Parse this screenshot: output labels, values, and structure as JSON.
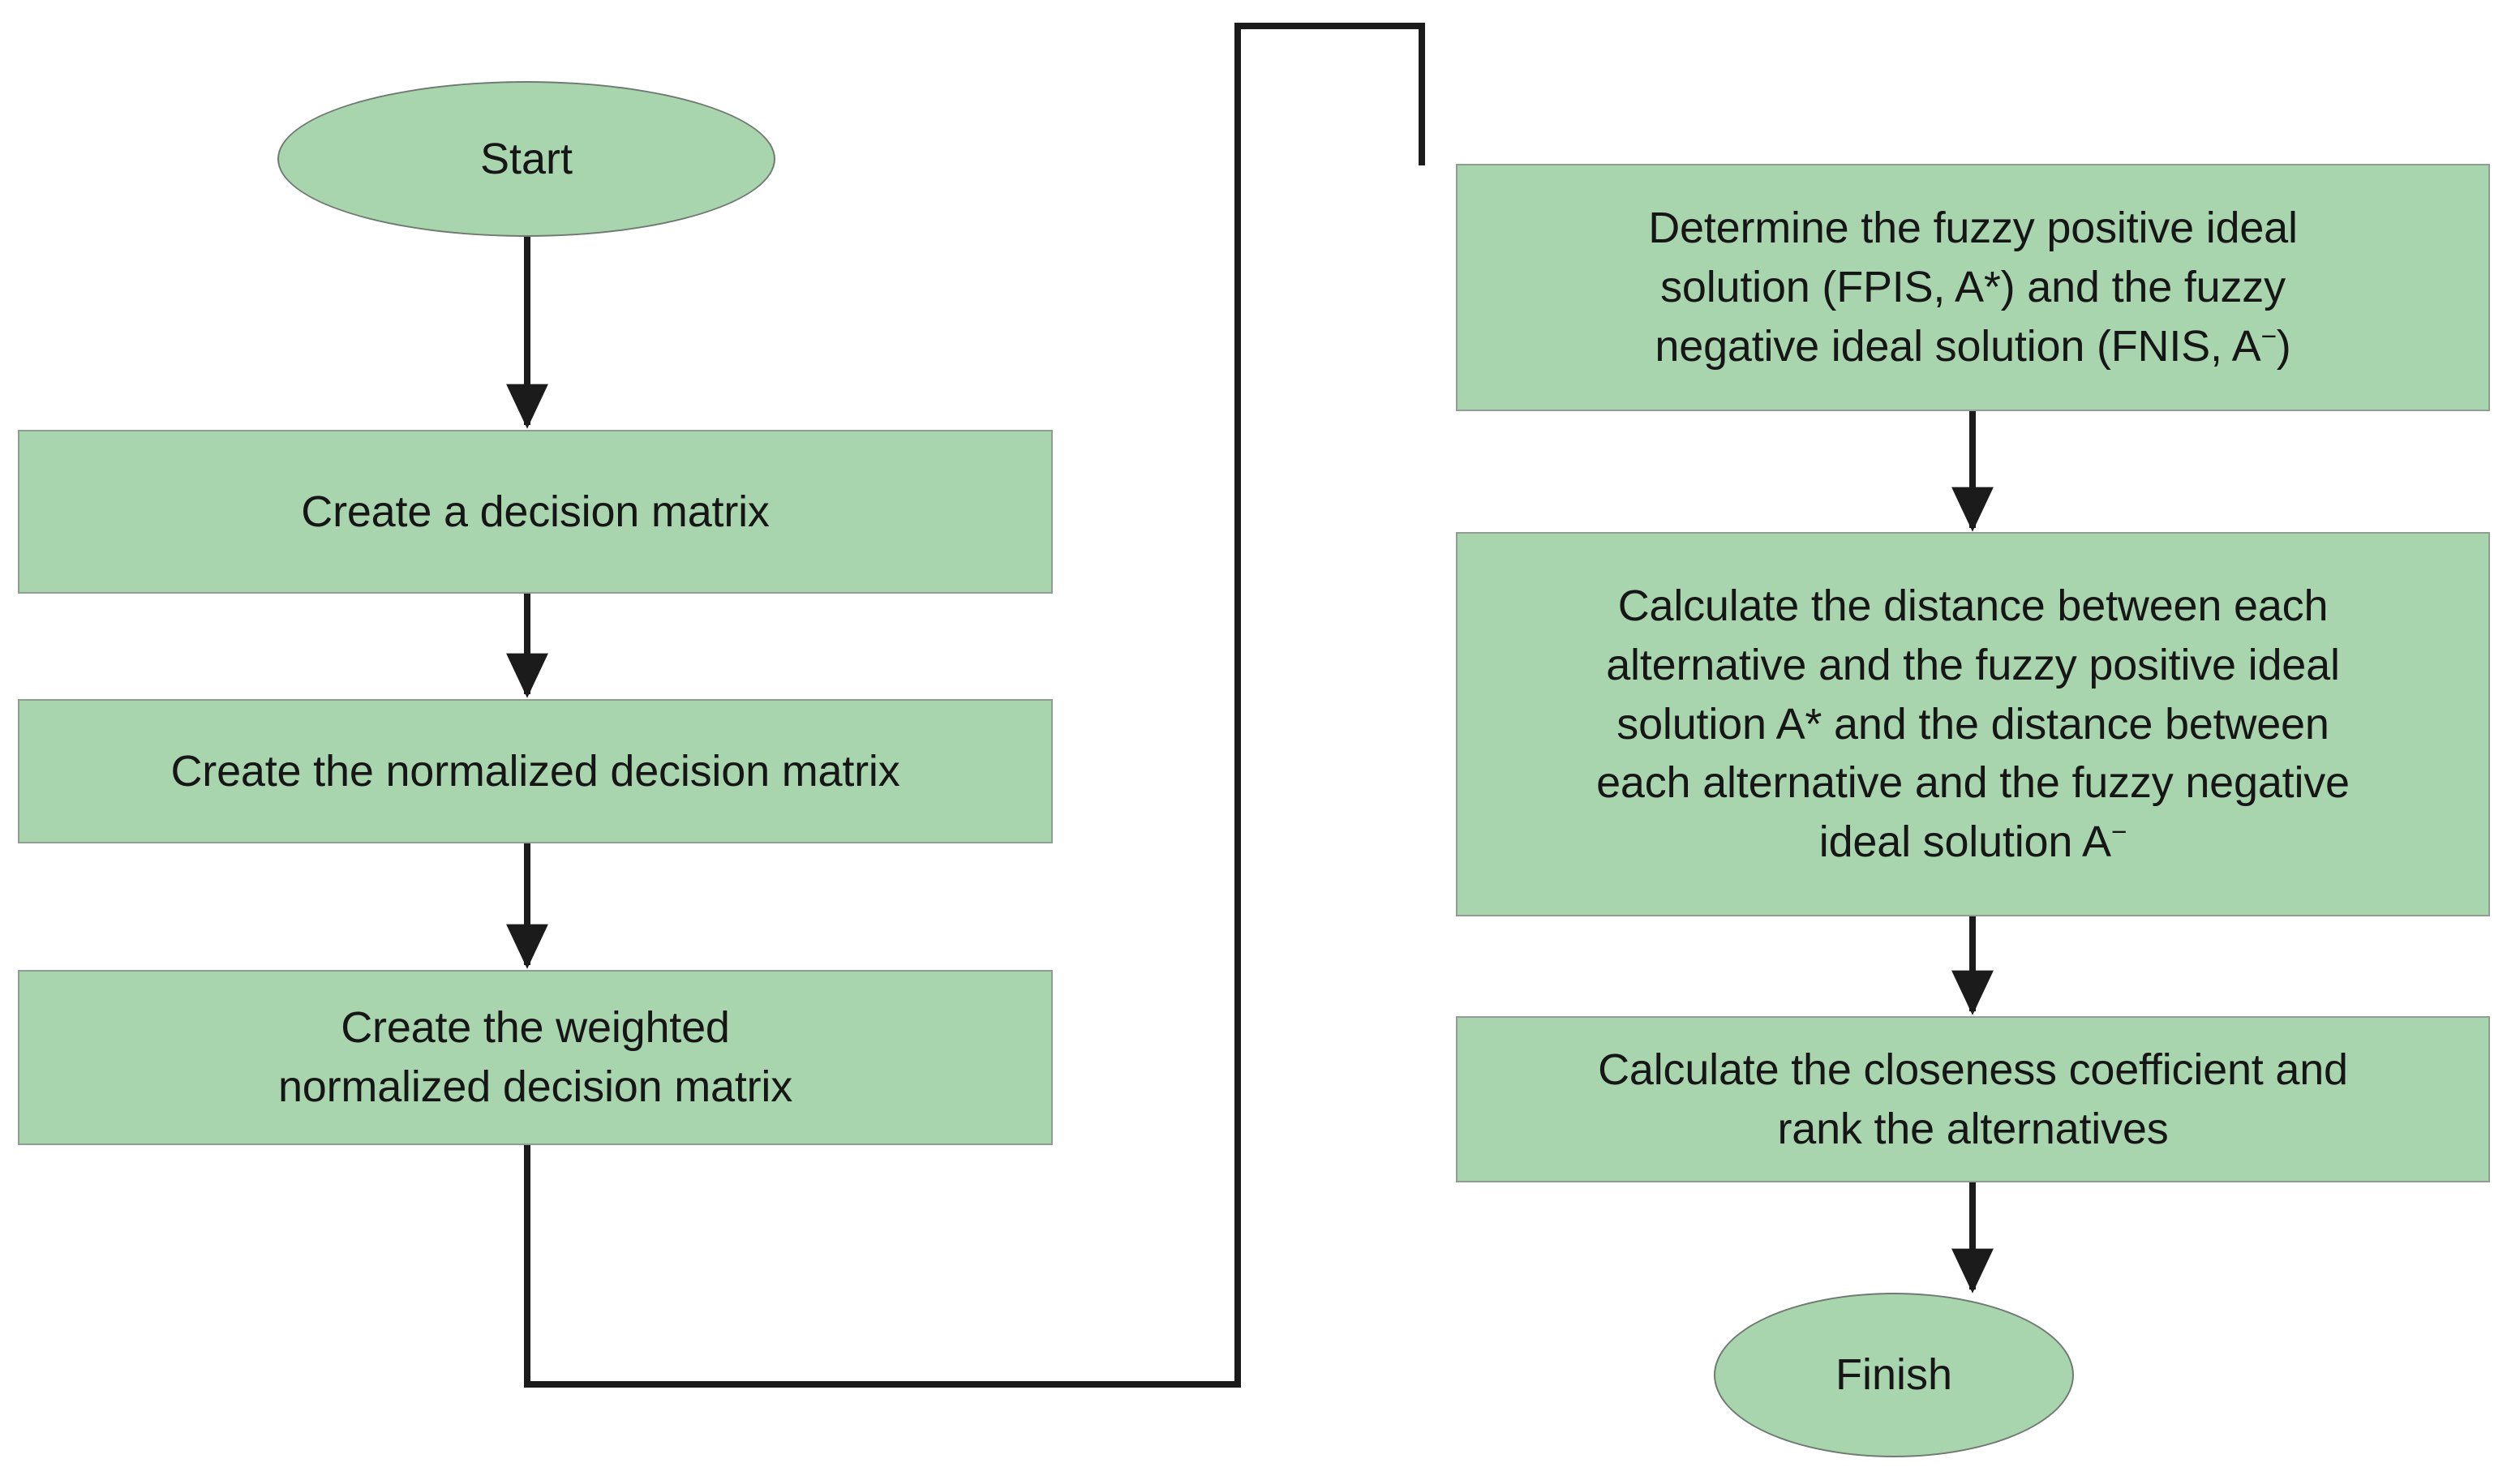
{
  "diagram": {
    "title": "Fuzzy TOPSIS method flowchart",
    "palette": {
      "node_fill": "#a9d5ae",
      "node_stroke": "#8f9d92",
      "terminator_stroke": "#6f7a71",
      "edge_color": "#1b1b1b",
      "text_color": "#161616",
      "background": "#ffffff"
    },
    "nodes": [
      {
        "id": "start",
        "shape": "ellipse",
        "label": "Start",
        "lines": [
          "Start"
        ]
      },
      {
        "id": "decision-matrix",
        "shape": "rectangle",
        "label": "Create a decision matrix",
        "lines": [
          "Create a decision matrix"
        ]
      },
      {
        "id": "normalized-matrix",
        "shape": "rectangle",
        "label": "Create the normalized decision matrix",
        "lines": [
          "Create the normalized decision matrix"
        ]
      },
      {
        "id": "weighted-matrix",
        "shape": "rectangle",
        "label": "Create the weighted normalized decision matrix",
        "lines": [
          "Create the weighted",
          "normalized decision matrix"
        ]
      },
      {
        "id": "fpis-fnis",
        "shape": "rectangle",
        "label": "Determine the fuzzy positive ideal solution (FPIS, A*) and the fuzzy negative ideal solution (FNIS, A−)",
        "lines": [
          "Determine the fuzzy positive ideal",
          "solution (FPIS, A*) and the fuzzy",
          "negative ideal solution (FNIS, A−)"
        ]
      },
      {
        "id": "distances",
        "shape": "rectangle",
        "label": "Calculate the distance between each alternative and the fuzzy positive ideal solution A* and the distance between each alternative and the fuzzy negative ideal solution A−",
        "lines": [
          "Calculate the distance between each",
          "alternative and the fuzzy positive ideal",
          "solution A* and the distance between",
          "each alternative and the fuzzy negative",
          "ideal solution A−"
        ]
      },
      {
        "id": "closeness",
        "shape": "rectangle",
        "label": "Calculate the closeness coefficient and rank the alternatives",
        "lines": [
          "Calculate the closeness coefficient and",
          "rank the alternatives"
        ]
      },
      {
        "id": "finish",
        "shape": "ellipse",
        "label": "Finish",
        "lines": [
          "Finish"
        ]
      }
    ],
    "edges": [
      {
        "from": "start",
        "to": "decision-matrix",
        "style": "straight-down",
        "arrow": true
      },
      {
        "from": "decision-matrix",
        "to": "normalized-matrix",
        "style": "straight-down",
        "arrow": true
      },
      {
        "from": "normalized-matrix",
        "to": "weighted-matrix",
        "style": "straight-down",
        "arrow": true
      },
      {
        "from": "weighted-matrix",
        "to": "fpis-fnis",
        "style": "orthogonal-wrap",
        "arrow": false
      },
      {
        "from": "fpis-fnis",
        "to": "distances",
        "style": "straight-down",
        "arrow": true
      },
      {
        "from": "distances",
        "to": "closeness",
        "style": "straight-down",
        "arrow": true
      },
      {
        "from": "closeness",
        "to": "finish",
        "style": "straight-down",
        "arrow": true
      }
    ]
  }
}
